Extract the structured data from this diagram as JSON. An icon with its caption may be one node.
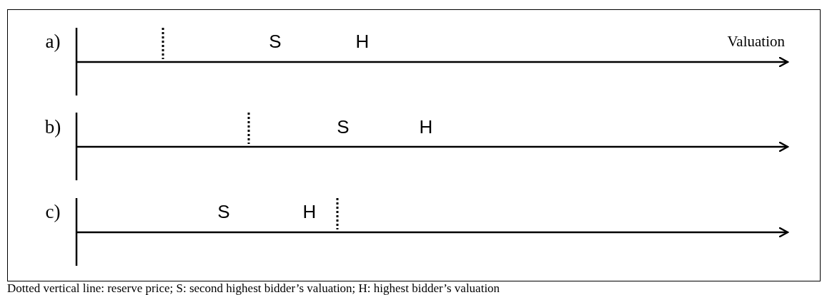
{
  "diagram": {
    "caption": "Dotted vertical line: reserve price; S: second highest bidder’s valuation; H: highest bidder’s valuation",
    "labels": [
      "a)",
      "S",
      "H",
      "Valuation",
      "b)",
      "S",
      "H",
      "c)",
      "S",
      "H"
    ]
  }
}
